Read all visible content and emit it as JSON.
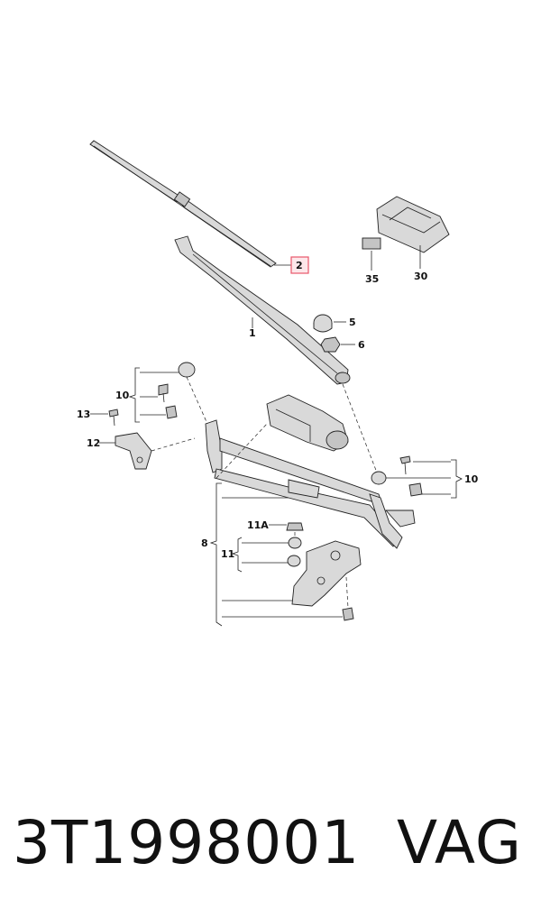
{
  "callouts": {
    "c1": "1",
    "c2": "2",
    "c5": "5",
    "c6": "6",
    "c8": "8",
    "c10a": "10",
    "c10b": "10",
    "c11": "11",
    "c11a": "11A",
    "c12": "12",
    "c13": "13",
    "c30": "30",
    "c35": "35"
  },
  "highlight_color": "#e8566a",
  "footer": {
    "part_number": "3T1998001",
    "brand": "VAG"
  }
}
